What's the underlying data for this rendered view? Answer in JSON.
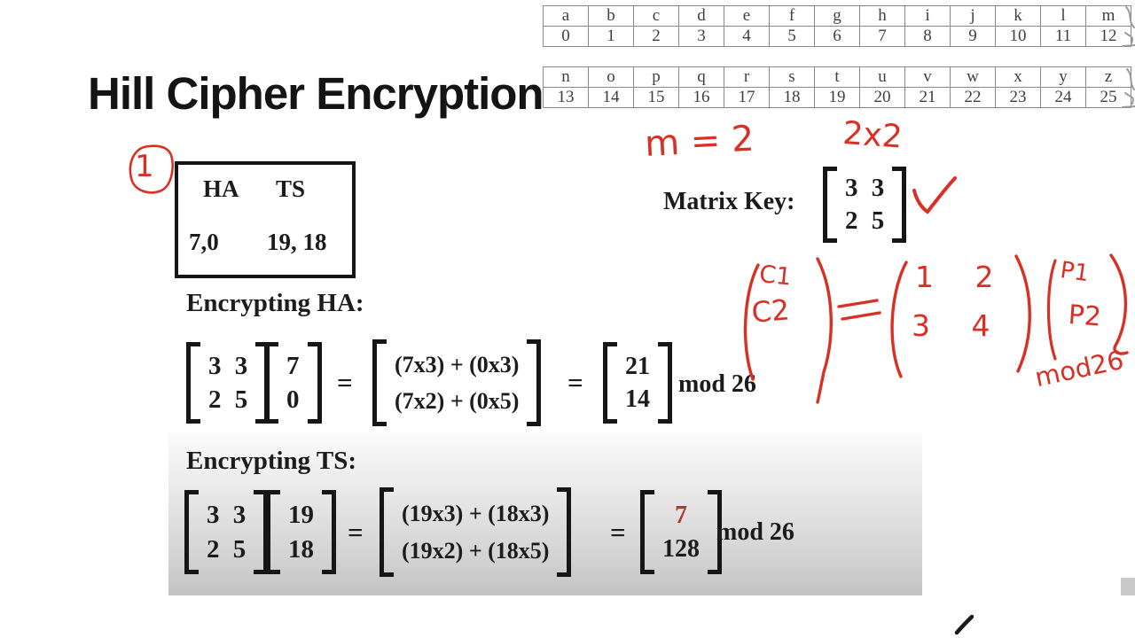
{
  "title": "Hill Cipher Encryption",
  "alphabet": {
    "table1": {
      "letters": [
        "a",
        "b",
        "c",
        "d",
        "e",
        "f",
        "g",
        "h",
        "i",
        "j",
        "k",
        "l",
        "m"
      ],
      "numbers": [
        "0",
        "1",
        "2",
        "3",
        "4",
        "5",
        "6",
        "7",
        "8",
        "9",
        "10",
        "11",
        "12"
      ]
    },
    "table2": {
      "letters": [
        "n",
        "o",
        "p",
        "q",
        "r",
        "s",
        "t",
        "u",
        "v",
        "w",
        "x",
        "y",
        "z"
      ],
      "numbers": [
        "13",
        "14",
        "15",
        "16",
        "17",
        "18",
        "19",
        "20",
        "21",
        "22",
        "23",
        "24",
        "25"
      ]
    }
  },
  "plaintext_box": {
    "header_left": "HA",
    "header_right": "TS",
    "value_left": "7,0",
    "value_right": "19, 18"
  },
  "matrix_key": {
    "label": "Matrix Key:",
    "row1": "3 3",
    "row2": "2 5"
  },
  "encrypt_ha": {
    "heading": "Encrypting HA:",
    "key_row1": "3 3",
    "key_row2": "2 5",
    "vector_row1": "7",
    "vector_row2": "0",
    "equals1": "=",
    "expansion_row1": "(7x3) + (0x3)",
    "expansion_row2": "(7x2) + (0x5)",
    "equals2": "=",
    "result_row1": "21",
    "result_row2": "14",
    "mod": "mod 26"
  },
  "encrypt_ts": {
    "heading": "Encrypting TS:",
    "key_row1": "3 3",
    "key_row2": "2 5",
    "vector_row1": "19",
    "vector_row2": "18",
    "equals1": "=",
    "expansion_row1": "(19x3) + (18x3)",
    "expansion_row2": "(19x2) + (18x5)",
    "equals2": "=",
    "result_row1": "7",
    "result_row2": "128",
    "mod": "mod 26"
  },
  "annotations": {
    "circled_number": "1",
    "m_equation": "m = 2",
    "dimensions": "2x2",
    "c_vector_row1": "C1",
    "c_vector_row2": "C2",
    "equals": "=",
    "key_matrix_row1": "1 2",
    "key_matrix_row2": "3 4",
    "p_vector_row1": "P1",
    "p_vector_row2": "P2",
    "mod": "mod26"
  },
  "colors": {
    "handwriting_red": "#d93025",
    "result_seven_red": "#b03a30",
    "text_ink": "#1c1c1c",
    "table_border_gray": "#8a8a8a"
  }
}
